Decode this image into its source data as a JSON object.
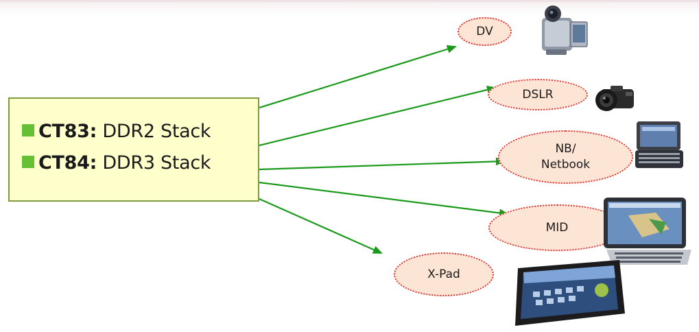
{
  "source_box": {
    "lines": [
      {
        "code": "CT83:",
        "text": " DDR2 Stack"
      },
      {
        "code": "CT84:",
        "text": " DDR3 Stack"
      }
    ]
  },
  "targets": [
    {
      "label": "DV",
      "icon": "camcorder-icon"
    },
    {
      "label": "DSLR",
      "icon": "dslr-camera-icon"
    },
    {
      "label": "NB/\nNetbook",
      "icon": "netbook-icon"
    },
    {
      "label": "MID",
      "icon": "mid-device-icon"
    },
    {
      "label": "X-Pad",
      "icon": "tablet-icon"
    }
  ],
  "colors": {
    "arrow": "#1a9a1a",
    "box_fill": "#ffffcc",
    "box_border": "#7e9b3c",
    "bullet": "#66c033",
    "ellipse_fill": "#fde5d6",
    "ellipse_border": "#e03030"
  }
}
